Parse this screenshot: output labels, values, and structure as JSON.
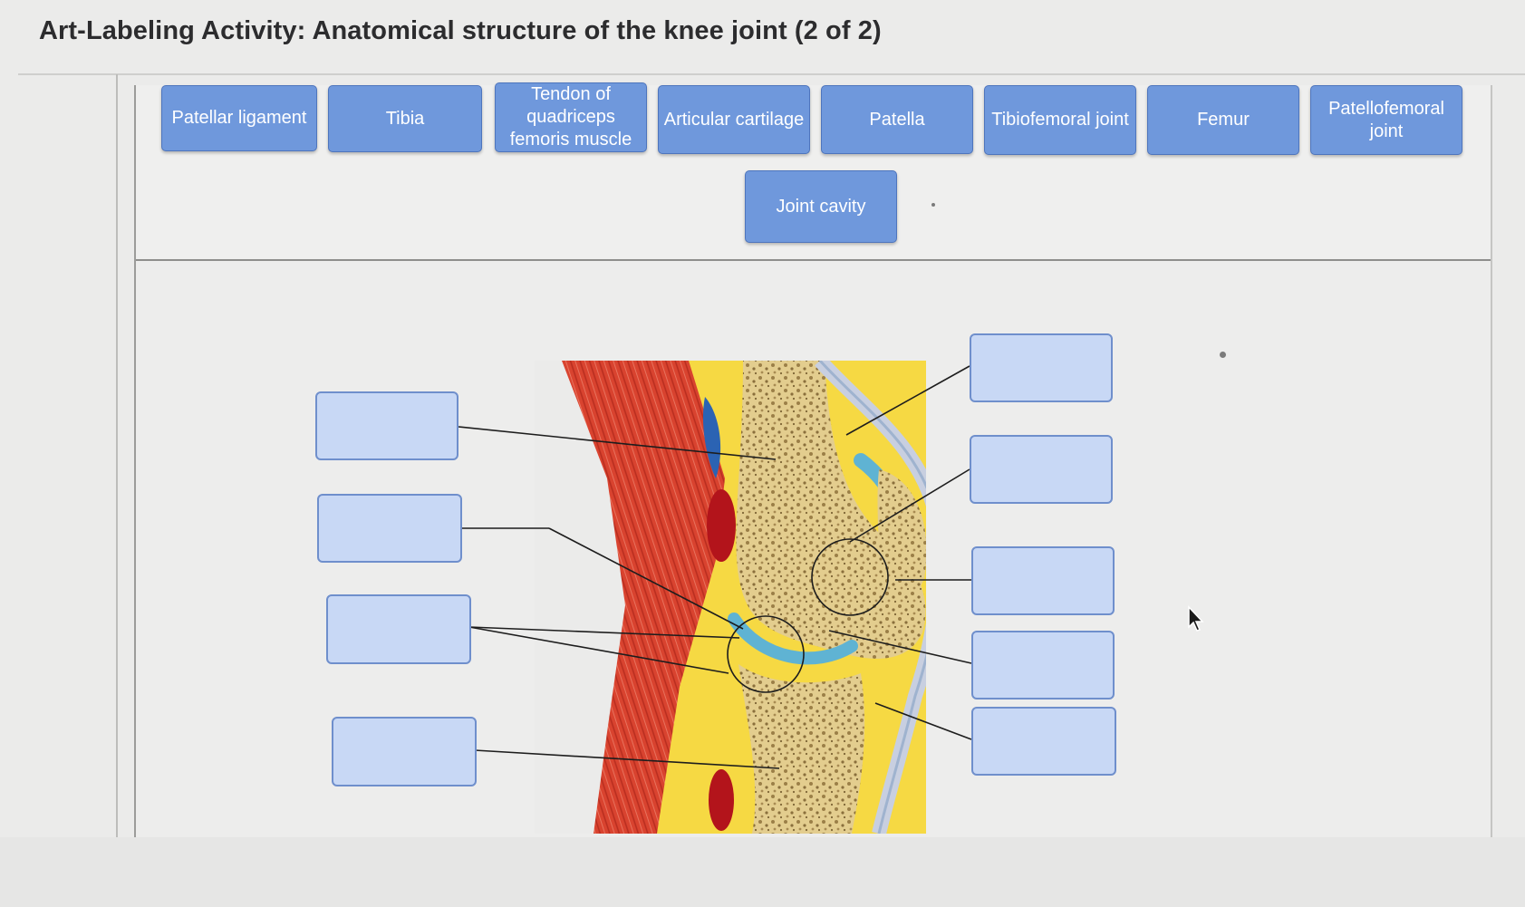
{
  "activity": {
    "title": "Art-Labeling Activity: Anatomical structure of the knee joint (2 of 2)"
  },
  "label_bank": {
    "labels": [
      "Patellar ligament",
      "Tibia",
      "Tendon of quadriceps femoris muscle",
      "Articular cartilage",
      "Patella",
      "Tibiofemoral joint",
      "Femur",
      "Patellofemoral joint",
      "Joint cavity"
    ]
  },
  "drop_targets": {
    "left_count": 4,
    "right_count": 5,
    "filled_values": [
      "",
      "",
      "",
      "",
      "",
      "",
      "",
      "",
      ""
    ]
  },
  "colors": {
    "chip_fill": "#6f98dc",
    "drop_zone_fill": "#c8d8f5",
    "bone": "#e3cd8e",
    "muscle": "#d9432f",
    "fat": "#f6d943",
    "cartilage": "#5fb3d3",
    "vein": "#2b63b3",
    "artery": "#b3141b"
  }
}
